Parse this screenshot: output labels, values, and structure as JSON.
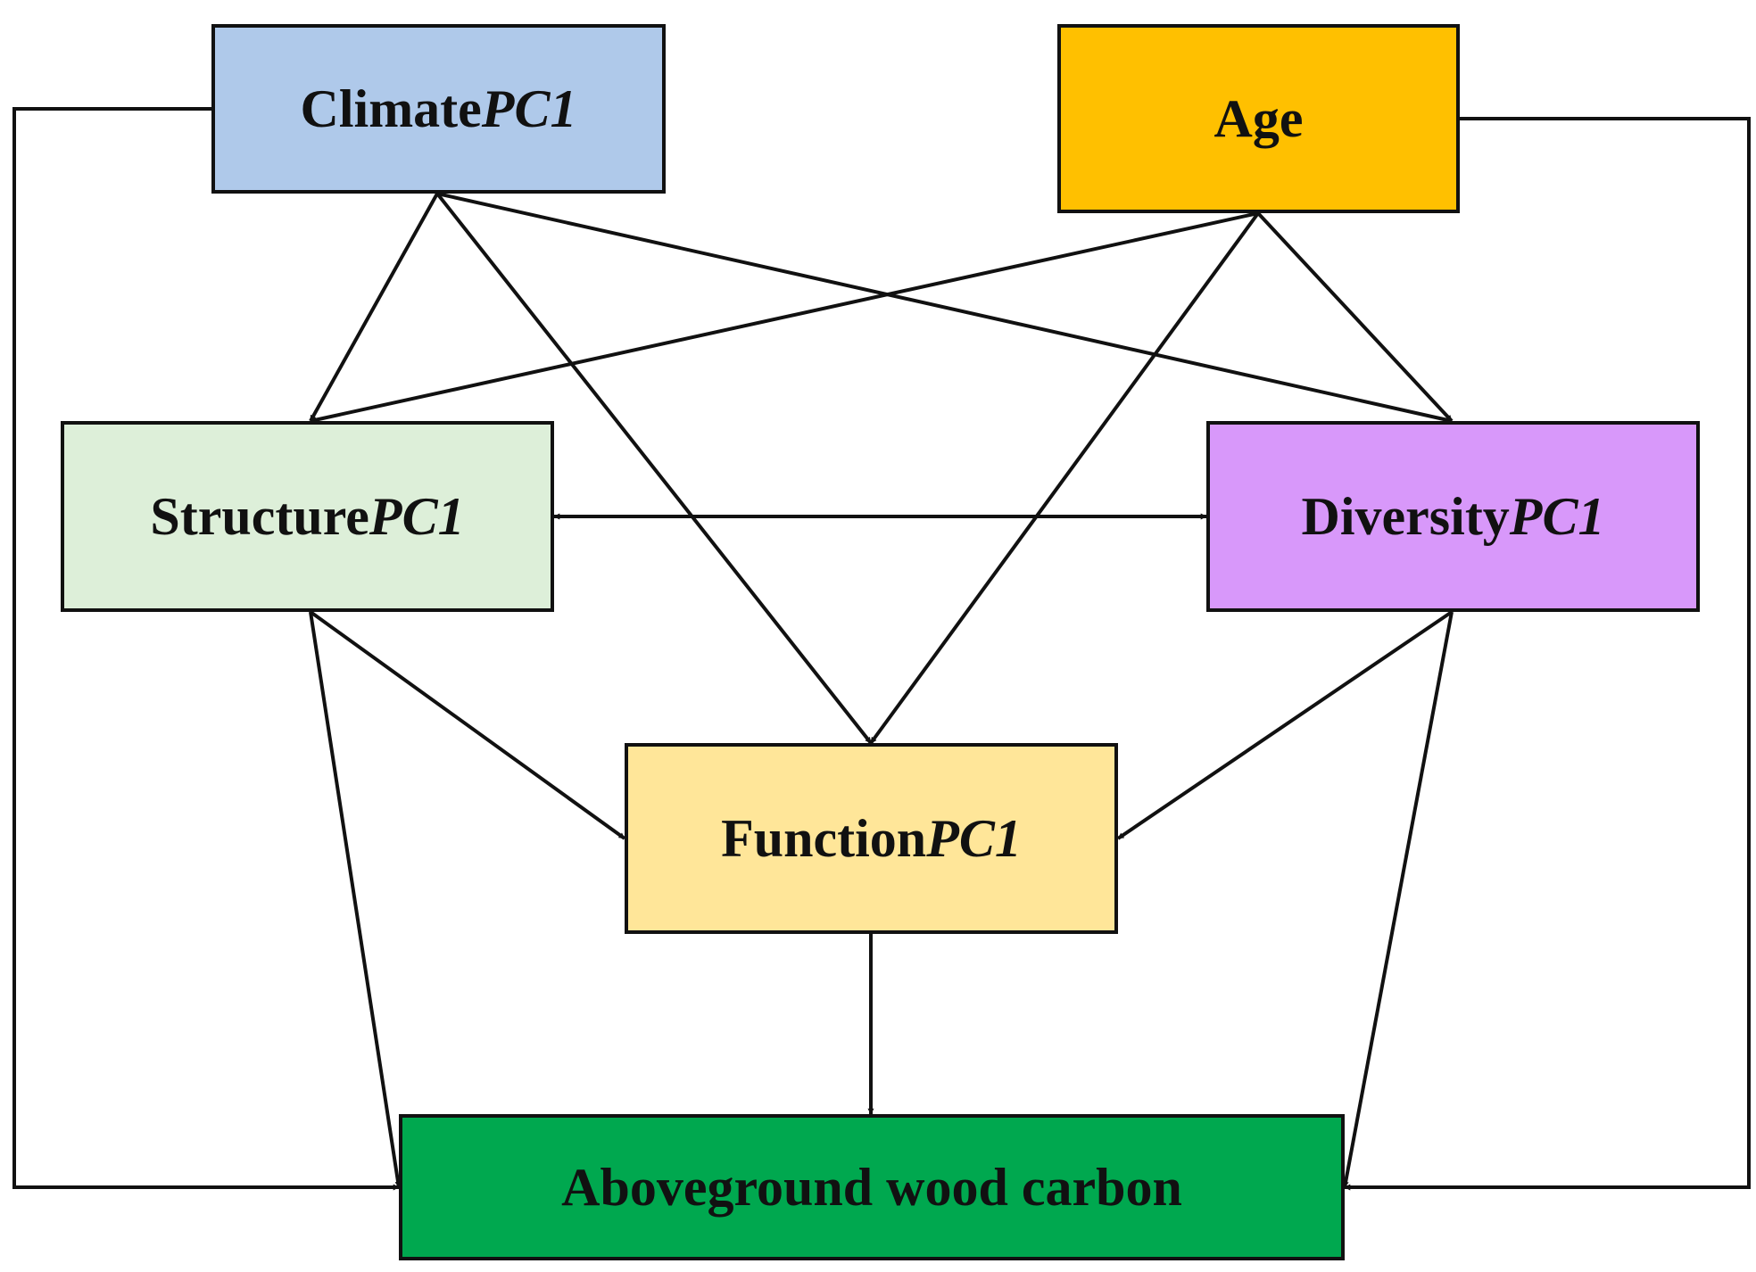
{
  "nodes": {
    "climate": {
      "label": "Climate",
      "suffix": "PC1",
      "color": "#AFC9EA"
    },
    "age": {
      "label": "Age",
      "suffix": "",
      "color": "#FFC000"
    },
    "structure": {
      "label": "Structure",
      "suffix": "PC1",
      "color": "#DDEFD9"
    },
    "diversity": {
      "label": "Diversity",
      "suffix": "PC1",
      "color": "#D898FA"
    },
    "function": {
      "label": "Function",
      "suffix": "PC1",
      "color": "#FFE699"
    },
    "carbon": {
      "label": "Aboveground wood carbon",
      "suffix": "",
      "color": "#00A84F"
    }
  },
  "edges": [
    {
      "from": "climate",
      "to": "structure",
      "type": "directed"
    },
    {
      "from": "climate",
      "to": "diversity",
      "type": "directed"
    },
    {
      "from": "climate",
      "to": "function",
      "type": "directed"
    },
    {
      "from": "climate",
      "to": "carbon",
      "type": "directed"
    },
    {
      "from": "age",
      "to": "structure",
      "type": "directed"
    },
    {
      "from": "age",
      "to": "diversity",
      "type": "directed"
    },
    {
      "from": "age",
      "to": "function",
      "type": "directed"
    },
    {
      "from": "age",
      "to": "carbon",
      "type": "directed"
    },
    {
      "from": "structure",
      "to": "diversity",
      "type": "bidirectional"
    },
    {
      "from": "structure",
      "to": "function",
      "type": "directed"
    },
    {
      "from": "structure",
      "to": "carbon",
      "type": "directed"
    },
    {
      "from": "diversity",
      "to": "function",
      "type": "directed"
    },
    {
      "from": "diversity",
      "to": "carbon",
      "type": "directed"
    },
    {
      "from": "function",
      "to": "carbon",
      "type": "directed"
    }
  ],
  "line_color": "#111111"
}
